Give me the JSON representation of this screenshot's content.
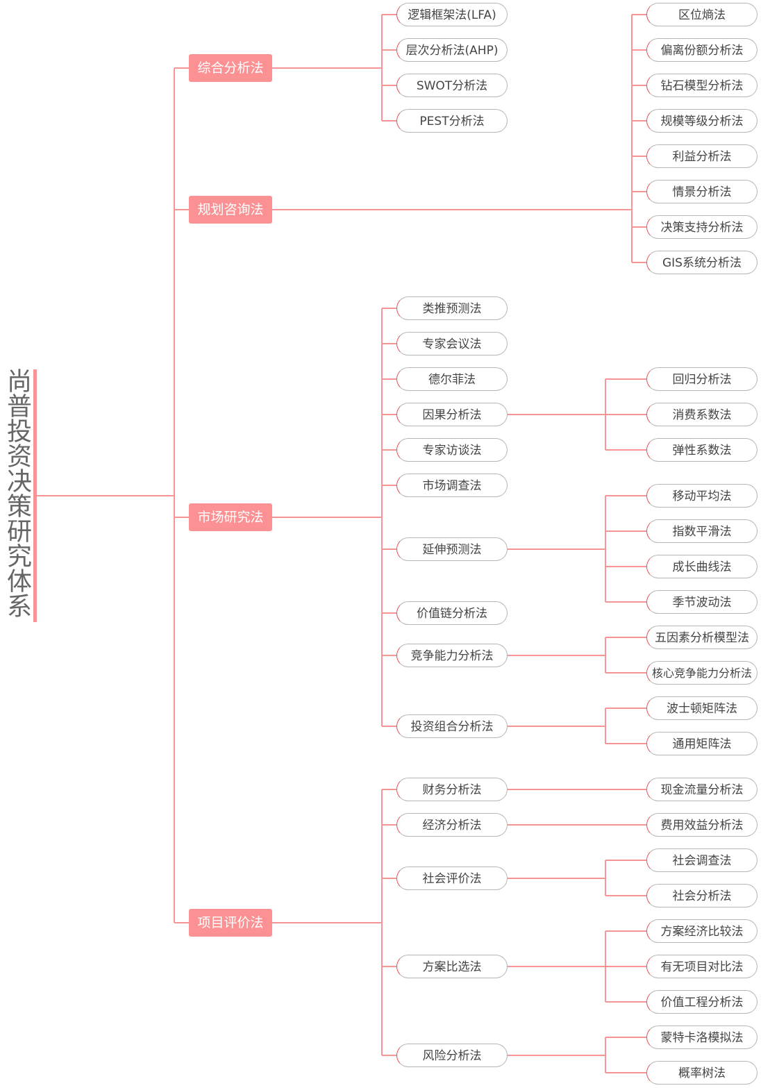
{
  "title": "尚普投资决策研究体系",
  "colors": {
    "line": "#f79495",
    "branch_fill": "#fc9193",
    "leaf_border": "#b5b5b5",
    "leaf_accent": "#e44f52",
    "text": "#444444"
  },
  "branches": [
    {
      "label": "综合分析法",
      "children": [
        {
          "label": "逻辑框架法(LFA)"
        },
        {
          "label": "层次分析法(AHP)"
        },
        {
          "label": "SWOT分析法"
        },
        {
          "label": "PEST分析法"
        }
      ]
    },
    {
      "label": "规划咨询法",
      "children": [
        {
          "label": "区位熵法"
        },
        {
          "label": "偏离份额分析法"
        },
        {
          "label": "钻石模型分析法"
        },
        {
          "label": "规模等级分析法"
        },
        {
          "label": "利益分析法"
        },
        {
          "label": "情景分析法"
        },
        {
          "label": "决策支持分析法"
        },
        {
          "label": "GIS系统分析法"
        }
      ]
    },
    {
      "label": "市场研究法",
      "children": [
        {
          "label": "类推预测法"
        },
        {
          "label": "专家会议法"
        },
        {
          "label": "德尔菲法"
        },
        {
          "label": "因果分析法",
          "children": [
            {
              "label": "回归分析法"
            },
            {
              "label": "消费系数法"
            },
            {
              "label": "弹性系数法"
            }
          ]
        },
        {
          "label": "专家访谈法"
        },
        {
          "label": "市场调查法"
        },
        {
          "label": "延伸预测法",
          "children": [
            {
              "label": "移动平均法"
            },
            {
              "label": "指数平滑法"
            },
            {
              "label": "成长曲线法"
            },
            {
              "label": "季节波动法"
            }
          ]
        },
        {
          "label": "价值链分析法"
        },
        {
          "label": "竞争能力分析法",
          "children": [
            {
              "label": "五因素分析模型法"
            },
            {
              "label": "核心竞争能力分析法"
            }
          ]
        },
        {
          "label": "投资组合分析法",
          "children": [
            {
              "label": "波士顿矩阵法"
            },
            {
              "label": "通用矩阵法"
            }
          ]
        }
      ]
    },
    {
      "label": "项目评价法",
      "children": [
        {
          "label": "财务分析法",
          "children": [
            {
              "label": "现金流量分析法"
            }
          ]
        },
        {
          "label": "经济分析法",
          "children": [
            {
              "label": "费用效益分析法"
            }
          ]
        },
        {
          "label": "社会评价法",
          "children": [
            {
              "label": "社会调查法"
            },
            {
              "label": "社会分析法"
            }
          ]
        },
        {
          "label": "方案比选法",
          "children": [
            {
              "label": "方案经济比较法"
            },
            {
              "label": "有无项目对比法"
            },
            {
              "label": "价值工程分析法"
            }
          ]
        },
        {
          "label": "风险分析法",
          "children": [
            {
              "label": "蒙特卡洛模拟法"
            },
            {
              "label": "概率树法"
            }
          ]
        }
      ]
    }
  ]
}
